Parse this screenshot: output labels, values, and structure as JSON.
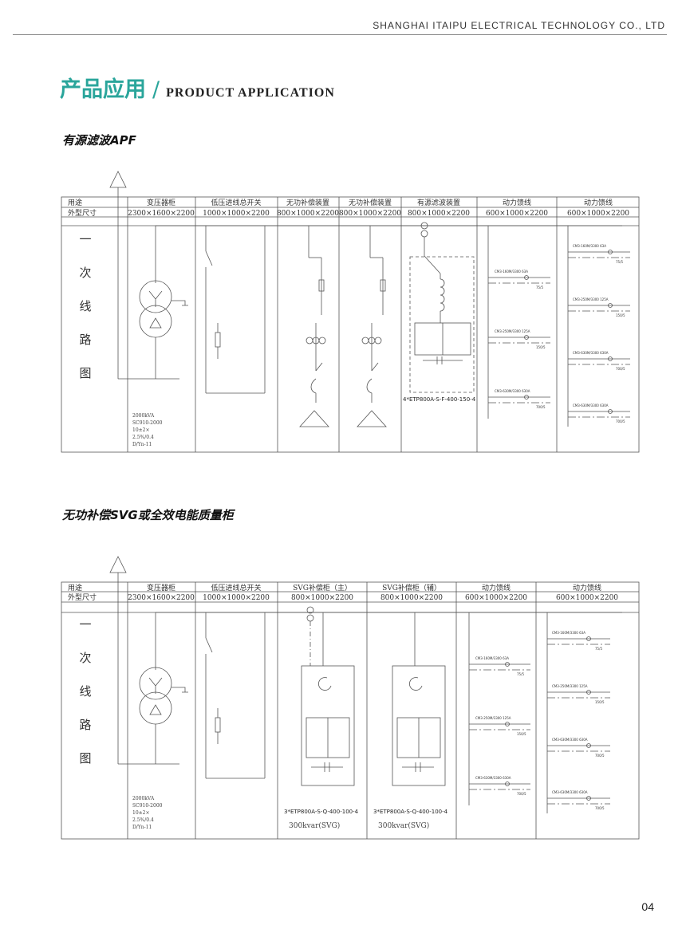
{
  "header": {
    "company": "SHANGHAI ITAIPU ELECTRICAL TECHNOLOGY CO., LTD"
  },
  "title": {
    "cn": "产品应用",
    "slash": "/",
    "en": "PRODUCT APPLICATION"
  },
  "sections": [
    {
      "title": "有源滤波APF",
      "row_labels": [
        "用途",
        "外型尺寸"
      ],
      "columns": [
        {
          "name": "变压器柜",
          "size": "2300×1600×2200"
        },
        {
          "name": "低压进线总开关",
          "size": "1000×1000×2200"
        },
        {
          "name": "无功补偿装置",
          "size": "800×1000×2200"
        },
        {
          "name": "无功补偿装置",
          "size": "800×1000×2200"
        },
        {
          "name": "有源滤波装置",
          "size": "800×1000×2200"
        },
        {
          "name": "动力馈线",
          "size": "600×1000×2200"
        },
        {
          "name": "动力馈线",
          "size": "600×1000×2200"
        }
      ],
      "vertical_label": [
        "一",
        "次",
        "线",
        "路",
        "图"
      ],
      "transformer_spec": [
        "2000kVA",
        "SC910-2000",
        "10±2×",
        "2.5%/0.4",
        "D/Yn-11"
      ],
      "models": [
        "4*ETP800A-S-F-400-150-4"
      ],
      "feeder_labels_a": [
        "CM3-160M/3300 63A",
        "CM3-250M/3300 125A",
        "CM3-630M/3300 630A"
      ],
      "feeder_labels_b": [
        "CM3-160M/3300 63A",
        "CM3-250M/3300 125A",
        "CM3-630M/3300 630A",
        "CM3-630M/3300 630A"
      ],
      "ct_labels_a": [
        "75/5",
        "150/5",
        "700/5"
      ],
      "ct_labels_b": [
        "75/5",
        "150/5",
        "700/5",
        "700/5"
      ]
    },
    {
      "title": "无功补偿SVG或全效电能质量柜",
      "row_labels": [
        "用途",
        "外型尺寸"
      ],
      "columns": [
        {
          "name": "变压器柜",
          "size": "2300×1600×2200"
        },
        {
          "name": "低压进线总开关",
          "size": "1000×1000×2200"
        },
        {
          "name": "SVG补偿柜（主）",
          "size": "800×1000×2200"
        },
        {
          "name": "SVG补偿柜（辅）",
          "size": "800×1000×2200"
        },
        {
          "name": "动力馈线",
          "size": "600×1000×2200"
        },
        {
          "name": "动力馈线",
          "size": "600×1000×2200"
        }
      ],
      "vertical_label": [
        "一",
        "次",
        "线",
        "路",
        "图"
      ],
      "transformer_spec": [
        "2000kVA",
        "SC910-2000",
        "10±2×",
        "2.5%/0.4",
        "D/Yn-11"
      ],
      "models": [
        "3*ETP800A-S-Q-400-100-4",
        "3*ETP800A-S-Q-400-100-4"
      ],
      "capacities": [
        "300kvar(SVG)",
        "300kvar(SVG)"
      ],
      "feeder_labels_a": [
        "CM3-160M/3300 63A",
        "CM3-250M/3300 125A",
        "CM3-630M/3300 630A"
      ],
      "feeder_labels_b": [
        "CM3-160M/3300 63A",
        "CM3-250M/3300 125A",
        "CM3-630M/3300 630A",
        "CM3-630M/3300 630A"
      ],
      "ct_labels_a": [
        "75/5",
        "150/5",
        "700/5"
      ],
      "ct_labels_b": [
        "75/5",
        "150/5",
        "700/5",
        "700/5"
      ]
    }
  ],
  "page_number": "04"
}
